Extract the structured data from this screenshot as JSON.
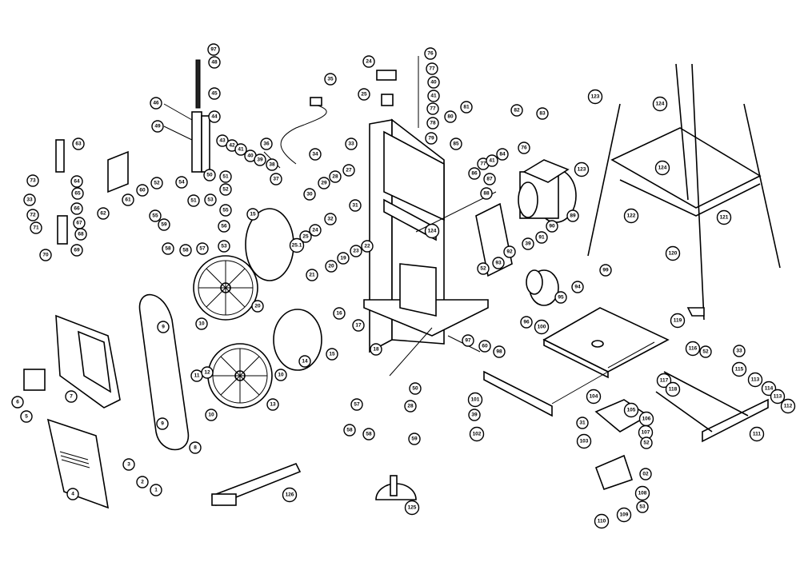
{
  "diagram": {
    "type": "exploded-parts-view",
    "callouts": [
      "97",
      "48",
      "45",
      "46",
      "44",
      "49",
      "43",
      "42",
      "41",
      "40",
      "39",
      "38",
      "36",
      "37",
      "50",
      "51",
      "54",
      "52",
      "51",
      "53",
      "55",
      "55",
      "59",
      "56",
      "58",
      "58",
      "57",
      "53",
      "63",
      "73",
      "64",
      "33",
      "65",
      "66",
      "72",
      "67",
      "71",
      "68",
      "70",
      "69",
      "52",
      "60",
      "61",
      "62",
      "15",
      "24",
      "25",
      "35",
      "76",
      "77",
      "40",
      "41",
      "77",
      "78",
      "79",
      "33",
      "34",
      "27",
      "28",
      "29",
      "30",
      "31",
      "32",
      "24",
      "25",
      "25.1",
      "23",
      "22",
      "19",
      "20",
      "21",
      "80",
      "81",
      "82",
      "83",
      "85",
      "84",
      "76",
      "77",
      "41",
      "86",
      "87",
      "88",
      "89",
      "90",
      "91",
      "39",
      "92",
      "93",
      "52",
      "124",
      "123",
      "124",
      "123",
      "124",
      "122",
      "121",
      "120",
      "119",
      "99",
      "94",
      "95",
      "96",
      "97",
      "60",
      "98",
      "100",
      "116",
      "52",
      "33",
      "115",
      "117",
      "118",
      "113",
      "114",
      "113",
      "112",
      "111",
      "101",
      "39",
      "102",
      "104",
      "105",
      "106",
      "107",
      "31",
      "52",
      "103",
      "02",
      "108",
      "53",
      "109",
      "110",
      "13",
      "14",
      "15",
      "18",
      "17",
      "16",
      "20",
      "10",
      "9",
      "11",
      "12",
      "10",
      "10",
      "9",
      "8",
      "7",
      "6",
      "5",
      "4",
      "3",
      "2",
      "1",
      "126",
      "125",
      "50",
      "57",
      "28",
      "58",
      "58",
      "59"
    ]
  }
}
